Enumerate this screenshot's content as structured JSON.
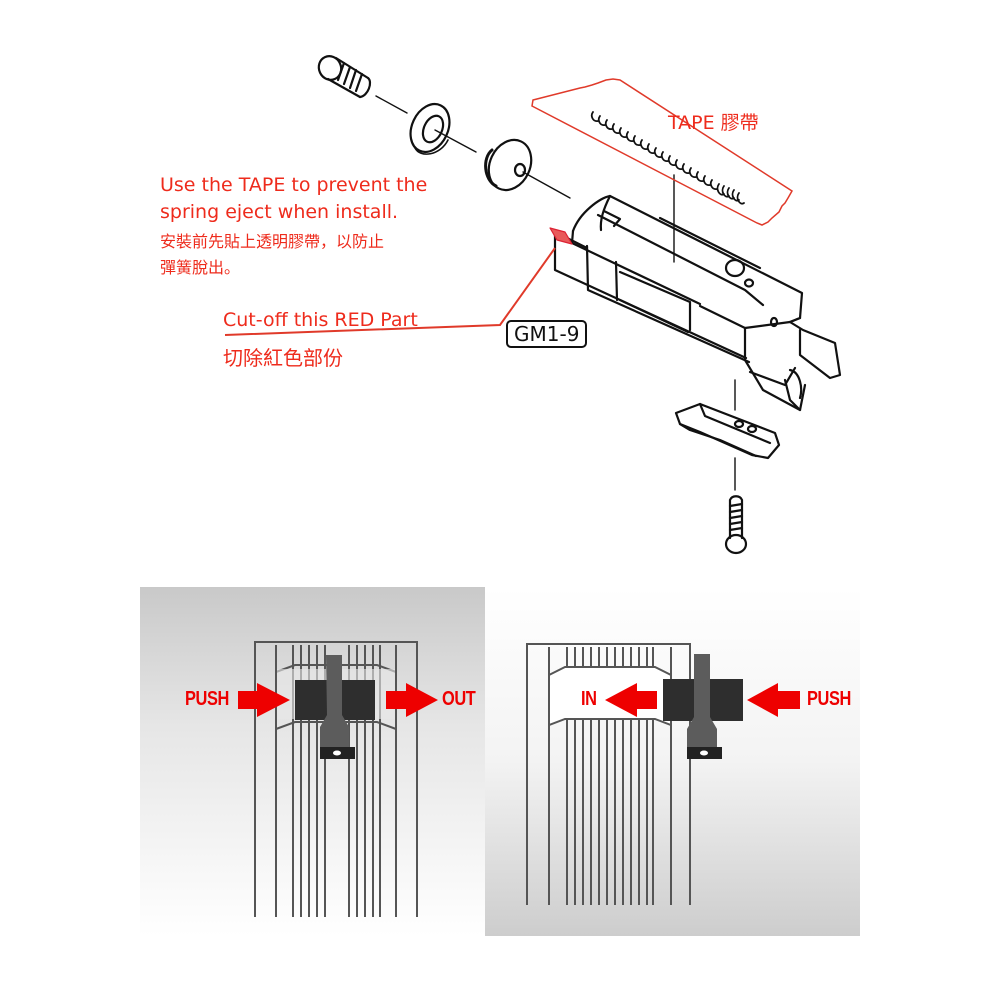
{
  "diagram": {
    "part_code": "GM1-9",
    "tape_label": "TAPE 膠帶",
    "instruction_tape": {
      "en_line1": "Use the TAPE to prevent the",
      "en_line2": "spring eject when install.",
      "zh_line1": "安裝前先貼上透明膠帶，以防止",
      "zh_line2": "彈簧脫出。"
    },
    "instruction_cut": {
      "en": "Cut-off this RED Part",
      "zh": "切除紅色部份"
    },
    "colors": {
      "annotation_red": "#ee2b1c",
      "arrow_red": "#ee0000",
      "cut_part_red": "#e85a5a",
      "line_art": "#111111",
      "block_dark": "#2e2e2e",
      "pin_gray": "#5a5a5a"
    }
  },
  "panels": {
    "left": {
      "push_label": "PUSH",
      "out_label": "OUT"
    },
    "right": {
      "in_label": "IN",
      "push_label": "PUSH"
    }
  }
}
